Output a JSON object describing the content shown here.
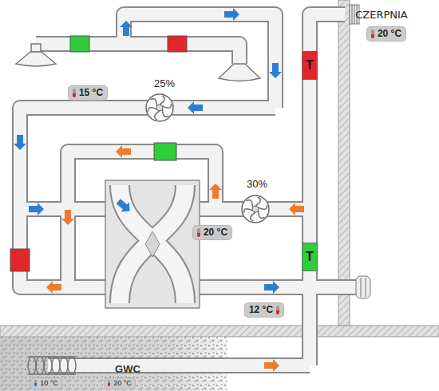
{
  "diagram": {
    "nodes": [
      {
        "text": [
          "20 °C"
        ]
      },
      {
        "text": [
          "T"
        ]
      },
      {
        "text": [
          "15 °C"
        ]
      },
      {
        "text": [
          "20 °C"
        ]
      },
      {
        "text": [
          "T"
        ]
      },
      {
        "text": [
          "12 °C"
        ]
      },
      {
        "text": [
          "10 °C"
        ]
      },
      {
        "text": [
          "20 °C"
        ]
      }
    ],
    "edges": [
      {
        "from": 1,
        "to": 4,
        "arrow": "none"
      }
    ],
    "labels": [
      "CZERPNIA",
      "25%",
      "30%",
      "GWC"
    ]
  }
}
